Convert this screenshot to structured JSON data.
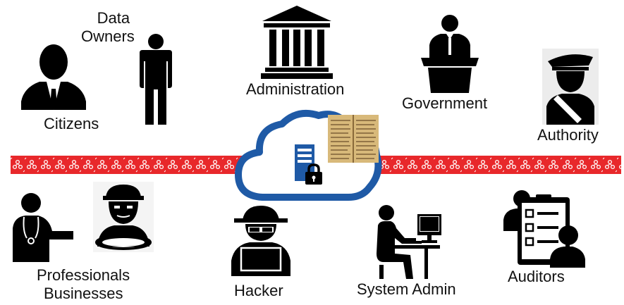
{
  "labels": {
    "data_owners_line1": "Data",
    "data_owners_line2": "Owners",
    "citizens": "Citizens",
    "administration": "Administration",
    "government": "Government",
    "authority": "Authority",
    "professionals": "Professionals",
    "businesses": "Businesses",
    "hacker": "Hacker",
    "system_admin": "System Admin",
    "auditors": "Auditors"
  },
  "colors": {
    "band": "#e8282b",
    "cloud_outline": "#1f5aa6",
    "server": "#1f5aa6",
    "icon": "#000000",
    "ledger": "#d8b97a"
  },
  "icons": [
    "citizen-icon",
    "data-owner-icon",
    "administration-building-icon",
    "government-podium-icon",
    "authority-officer-icon",
    "doctor-icon",
    "business-worker-icon",
    "hacker-icon",
    "system-admin-icon",
    "auditors-icon",
    "cloud-icon",
    "server-icon",
    "lock-icon",
    "ledger-book-icon"
  ]
}
